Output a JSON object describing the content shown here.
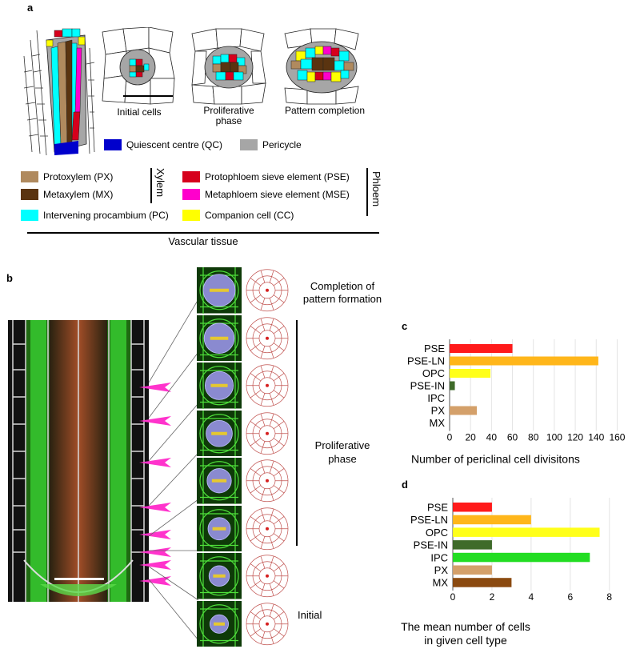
{
  "panel_a": {
    "letter": "a",
    "stages": [
      "Initial cells",
      "Proliferative\nphase",
      "Pattern completion"
    ],
    "legend_top": [
      {
        "label": "Quiescent centre (QC)",
        "color": "#0000cc"
      },
      {
        "label": "Pericycle",
        "color": "#a6a6a6"
      }
    ],
    "xylem_label": "Xylem",
    "xylem_items": [
      {
        "label": "Protoxylem (PX)",
        "color": "#b08a5e"
      },
      {
        "label": "Metaxylem (MX)",
        "color": "#5a3410"
      }
    ],
    "phloem_label": "Phloem",
    "phloem_items": [
      {
        "label": "Protophloem sieve element (PSE)",
        "color": "#d6001c"
      },
      {
        "label": "Metaphloem sieve element (MSE)",
        "color": "#ff00cc"
      },
      {
        "label": "Companion cell (CC)",
        "color": "#ffff00"
      }
    ],
    "procambium": {
      "label": "Intervening procambium (PC)",
      "color": "#00ffff"
    },
    "vascular_label": "Vascular tissue"
  },
  "panel_b": {
    "letter": "b",
    "stage_top": "Completion of\npattern formation",
    "stage_mid": "Proliferative\nphase",
    "stage_bottom": "Initial"
  },
  "chart_data": [
    {
      "panel": "c",
      "type": "bar",
      "orientation": "horizontal",
      "categories": [
        "PSE",
        "PSE-LN",
        "OPC",
        "PSE-IN",
        "IPC",
        "PX",
        "MX"
      ],
      "values": [
        60,
        142,
        39,
        5,
        0,
        26,
        0
      ],
      "colors": [
        "#ff1a1a",
        "#ffb61a",
        "#ffff1a",
        "#3f6b2a",
        "#22dd22",
        "#d4a06a",
        "#8b4a10"
      ],
      "xticks": [
        0,
        20,
        40,
        60,
        80,
        100,
        120,
        140,
        160
      ],
      "xlim": [
        0,
        165
      ],
      "xlabel": "Number of periclinal cell divisitons",
      "grid": true
    },
    {
      "panel": "d",
      "type": "bar",
      "orientation": "horizontal",
      "categories": [
        "PSE",
        "PSE-LN",
        "OPC",
        "PSE-IN",
        "IPC",
        "PX",
        "MX"
      ],
      "values": [
        2,
        4,
        7.5,
        2,
        7,
        2,
        3
      ],
      "colors": [
        "#ff1a1a",
        "#ffb61a",
        "#ffff1a",
        "#3f6b2a",
        "#22dd22",
        "#d4a06a",
        "#8b4a10"
      ],
      "xticks": [
        0,
        2,
        4,
        6,
        8
      ],
      "xlim": [
        0,
        8.5
      ],
      "xlabel": "The mean number of cells\nin given cell type",
      "grid": true
    }
  ]
}
